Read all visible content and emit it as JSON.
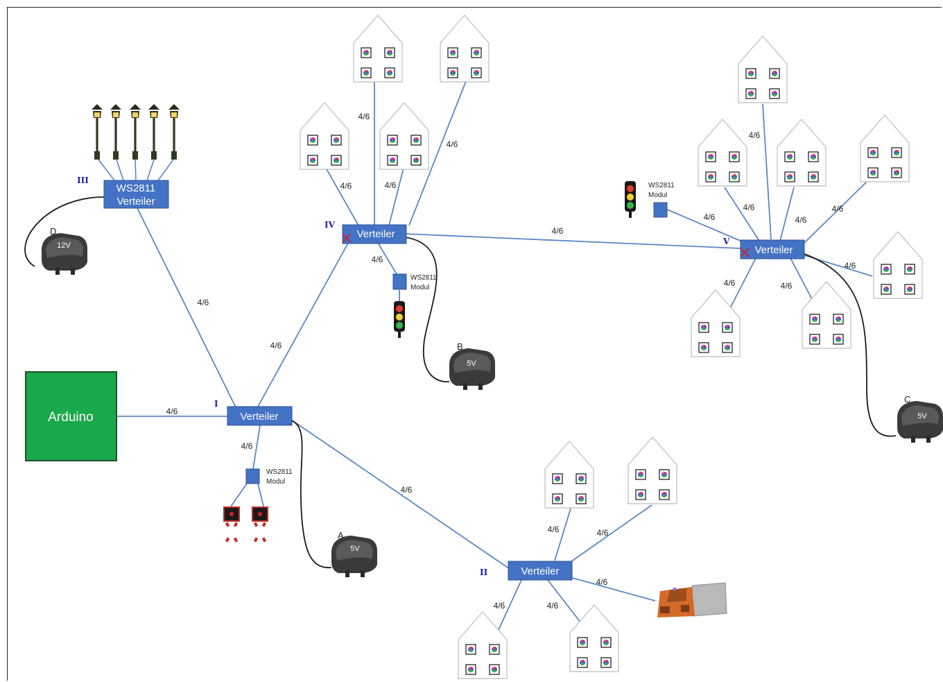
{
  "arduino": {
    "label": "Arduino",
    "color": "#1aa84a"
  },
  "distributors": {
    "I": {
      "roman": "I",
      "label": "Verteiler"
    },
    "II": {
      "roman": "II",
      "label": "Verteiler"
    },
    "III": {
      "roman": "III",
      "label_line1": "WS2811",
      "label_line2": "Verteiler"
    },
    "IV": {
      "roman": "IV",
      "label": "Verteiler"
    },
    "V": {
      "roman": "V",
      "label": "Verteiler"
    }
  },
  "modules": {
    "label_line1": "WS2811",
    "label_line2": "Modul"
  },
  "power_supplies": {
    "A": {
      "name": "A",
      "voltage": "5V"
    },
    "B": {
      "name": "B",
      "voltage": "5V"
    },
    "C": {
      "name": "C",
      "voltage": "5V"
    },
    "D": {
      "name": "D",
      "voltage": "12V"
    }
  },
  "cable_label": "4/6",
  "colors": {
    "box_blue": "#4472c4",
    "line_blue": "#5b86c5",
    "roman_blue": "#1f1fa8",
    "arduino_green": "#1aa84a"
  }
}
